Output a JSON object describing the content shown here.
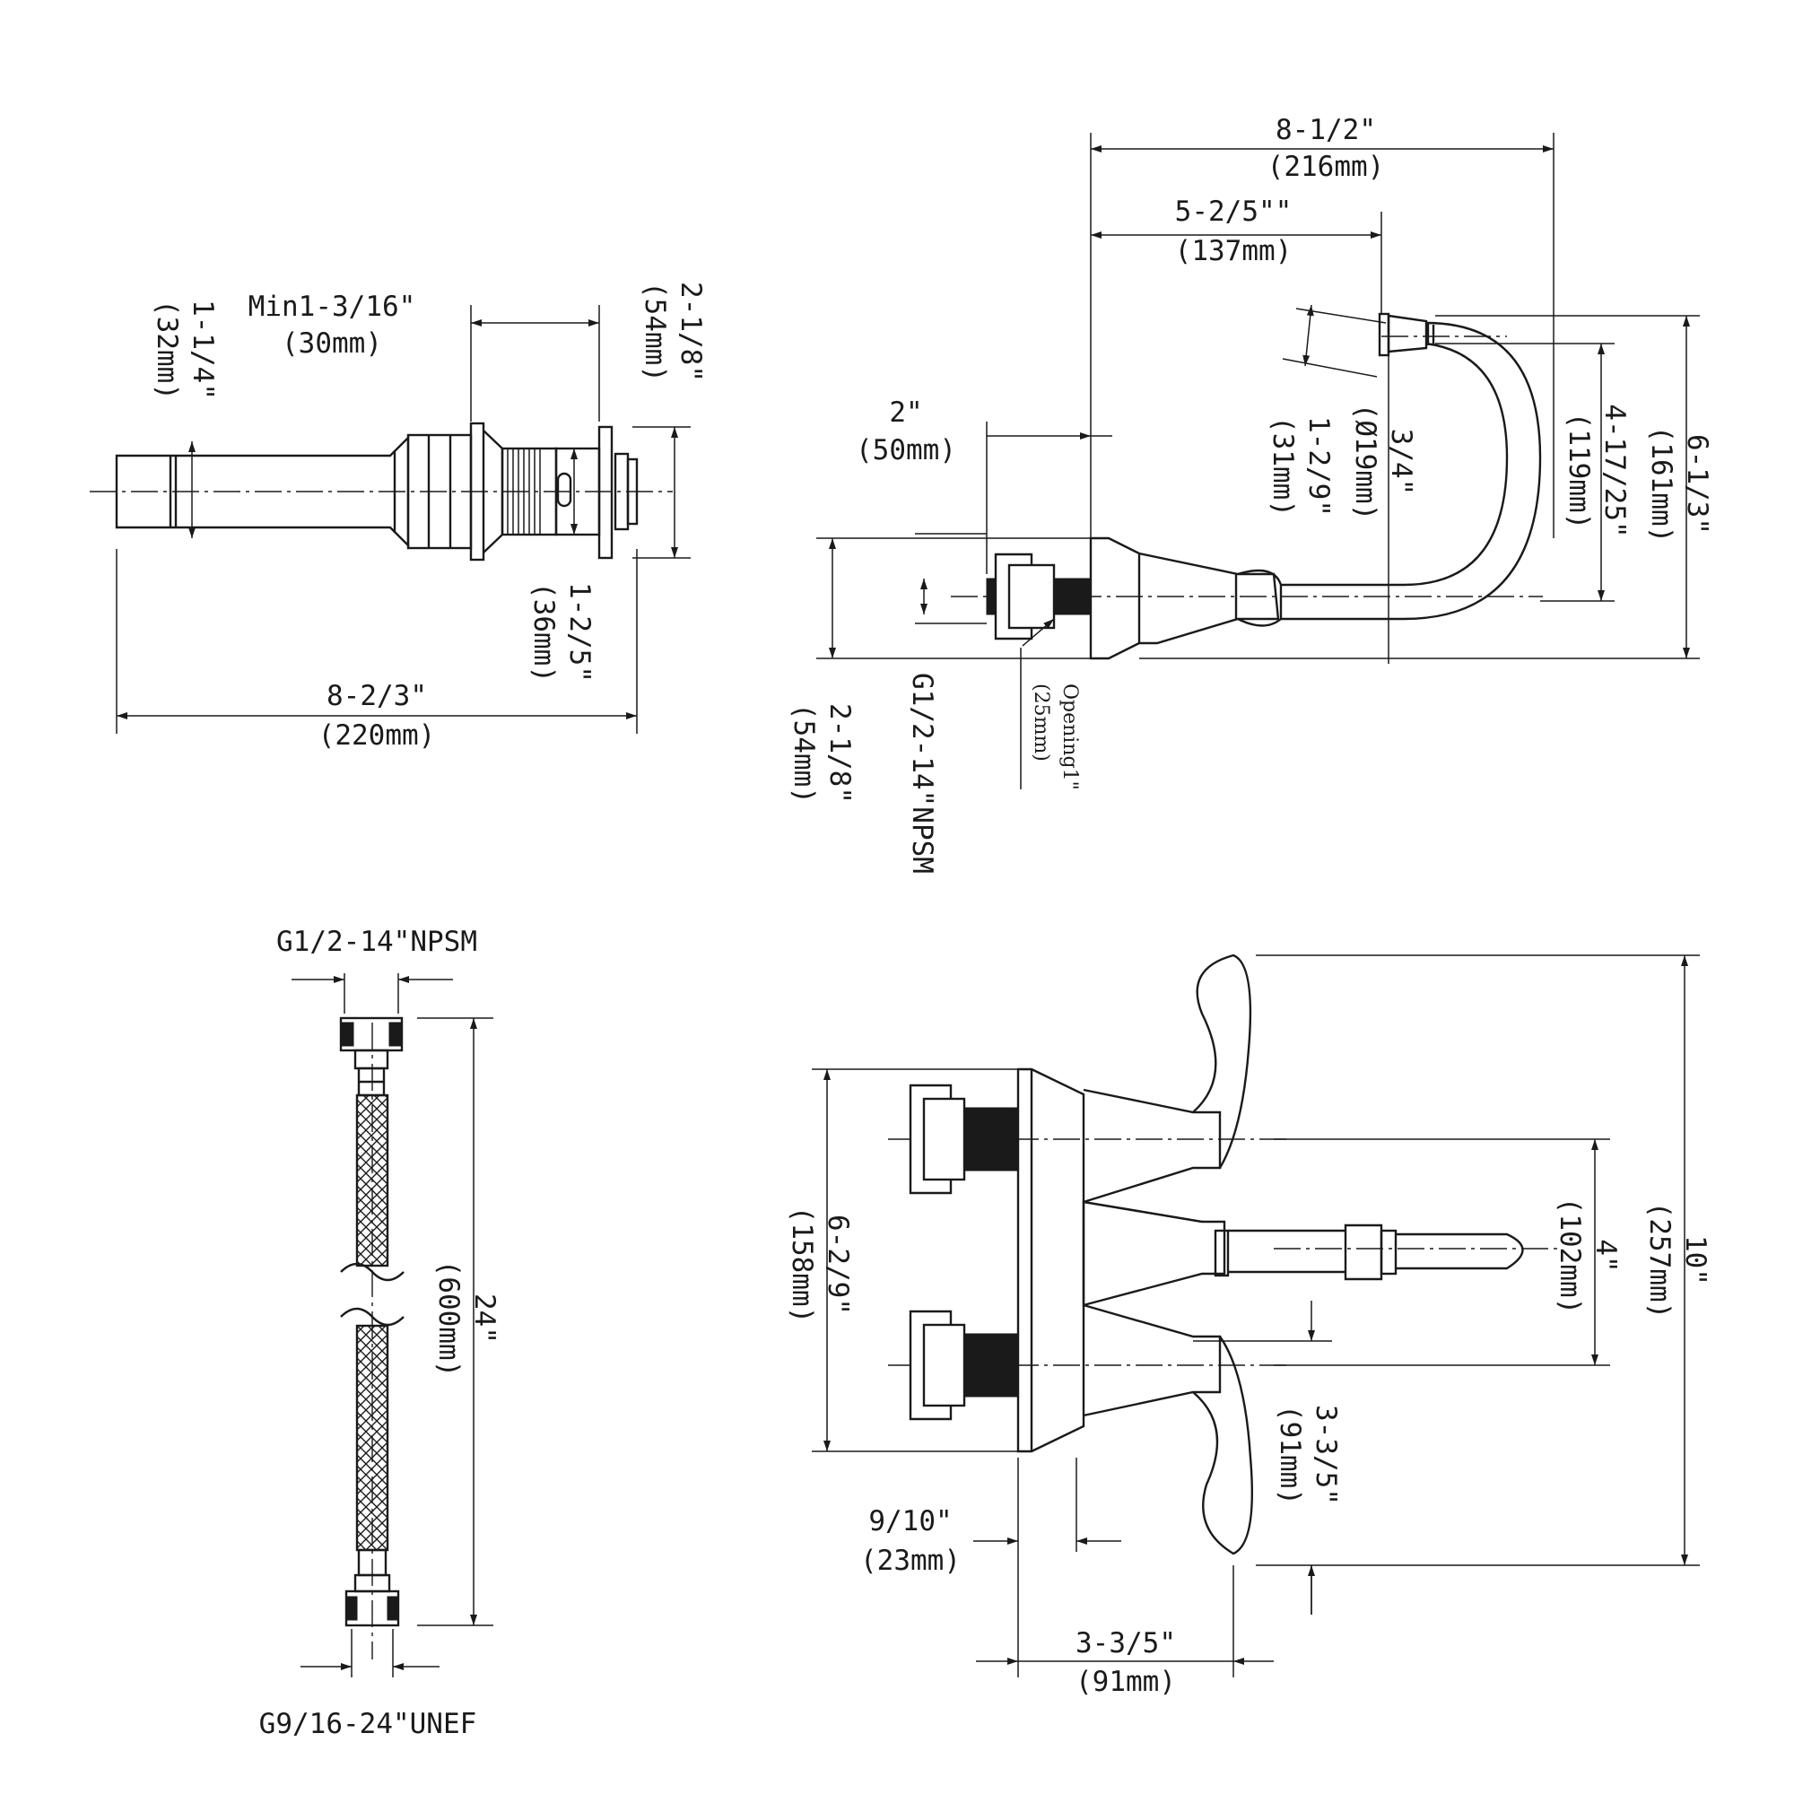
{
  "drain": {
    "min_label": "Min1-3/16\"",
    "min_mm": "(30mm)",
    "dia_label": "1-1/4\"",
    "dia_mm": "(32mm)",
    "flange_label": "2-1/8\"",
    "flange_mm": "(54mm)",
    "body_label": "1-2/5\"",
    "body_mm": "(36mm)",
    "length_label": "8-2/3\"",
    "length_mm": "(220mm)"
  },
  "spout_side": {
    "total_label": "8-1/2\"",
    "total_mm": "(216mm)",
    "reach_label": "5-2/5\"\"",
    "reach_mm": "(137mm)",
    "offset_label": "2\"",
    "offset_mm": "(50mm)",
    "outlet_label": "1-2/9\"",
    "outlet_mm": "(31mm)",
    "bore_label": "3/4\"",
    "bore_mm": "(Ø19mm)",
    "clear_label": "4-17/25\"",
    "clear_mm": "(119mm)",
    "height_label": "6-1/3\"",
    "height_mm": "(161mm)",
    "base_label": "2-1/8\"",
    "base_mm": "(54mm)",
    "thread": "G1/2-14\"NPSM",
    "opening_label": "Opening1\"",
    "opening_mm": "(25mm)"
  },
  "hose": {
    "top_thread": "G1/2-14\"NPSM",
    "length_label": "24\"",
    "length_mm": "(600mm)",
    "bottom_thread": "G9/16-24\"UNEF"
  },
  "top_view": {
    "height_label": "6-2/9\"",
    "height_mm": "(158mm)",
    "spread_label": "4\"",
    "spread_mm": "(102mm)",
    "overall_label": "10\"",
    "overall_mm": "(257mm)",
    "handle_label": "3-3/5\"",
    "handle_mm": "(91mm)",
    "plate_label": "9/10\"",
    "plate_mm": "(23mm)",
    "width_label": "3-3/5\"",
    "width_mm": "(91mm)"
  }
}
